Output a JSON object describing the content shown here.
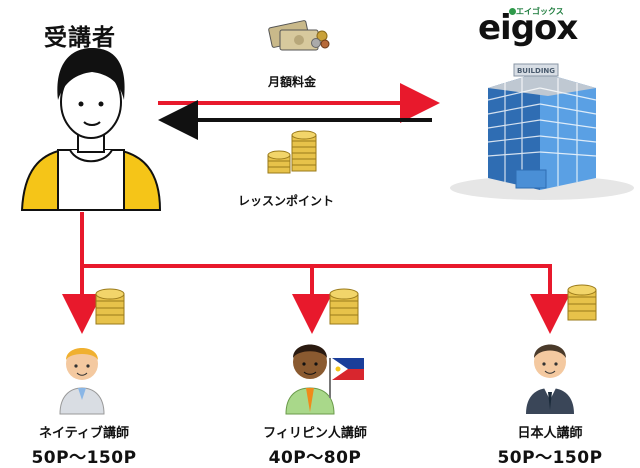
{
  "student": {
    "label": "受講者"
  },
  "flows": {
    "monthly_fee": "月額料金",
    "lesson_points": "レッスンポイント"
  },
  "brand": {
    "tagline": "エイゴックス",
    "logo_text": "eigox",
    "building_sign": "BUILDING"
  },
  "teachers": [
    {
      "name": "ネイティブ講師",
      "range": "50P〜150P"
    },
    {
      "name": "フィリピン人講師",
      "range": "40P〜80P"
    },
    {
      "name": "日本人講師",
      "range": "50P〜150P"
    }
  ],
  "colors": {
    "arrow_red": "#e8192c",
    "arrow_black": "#111111",
    "coin_gold": "#e7c24a",
    "building_blue": "#4a8fd6",
    "shirt_yellow": "#f5c518",
    "logo_green": "#2e9a4a"
  }
}
